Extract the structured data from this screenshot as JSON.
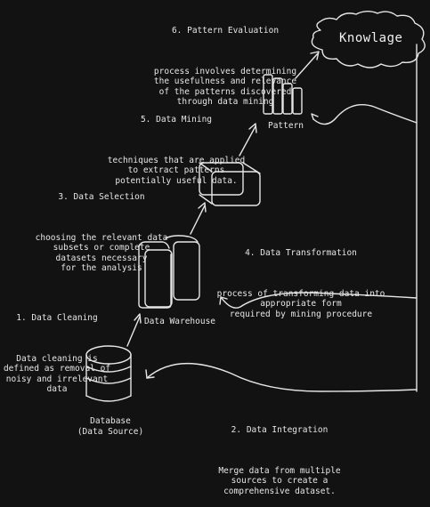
{
  "steps": {
    "cleaning": {
      "title": "1. Data Cleaning",
      "body": "Data cleaning is\ndefined as removal of\nnoisy and irrelevant\ndata"
    },
    "integration": {
      "title": "2. Data Integration",
      "body": "Merge data from multiple\nsources to create a\ncomprehensive dataset."
    },
    "selection": {
      "title": "3. Data Selection",
      "body": "choosing the relevant data\nsubsets or complete\ndatasets necessary\nfor the analysis"
    },
    "transformation": {
      "title": "4. Data Transformation",
      "body": "process of transforming data into\nappropriate form\nrequired by mining procedure"
    },
    "mining": {
      "title": "5. Data Mining",
      "body": "techniques that are applied\nto extract patterns\npotentially useful data."
    },
    "evaluation": {
      "title": "6. Pattern Evaluation",
      "body": "process involves determining\nthe usefulness and relevance\nof the patterns discovered\nthrough data mining"
    }
  },
  "nodes": {
    "database": "Database\n(Data Source)",
    "warehouse": "Data Warehouse",
    "pattern": "Pattern",
    "knowledge": "Knowlage"
  },
  "colors": {
    "background": "#121212",
    "stroke": "#e6e6e6"
  }
}
